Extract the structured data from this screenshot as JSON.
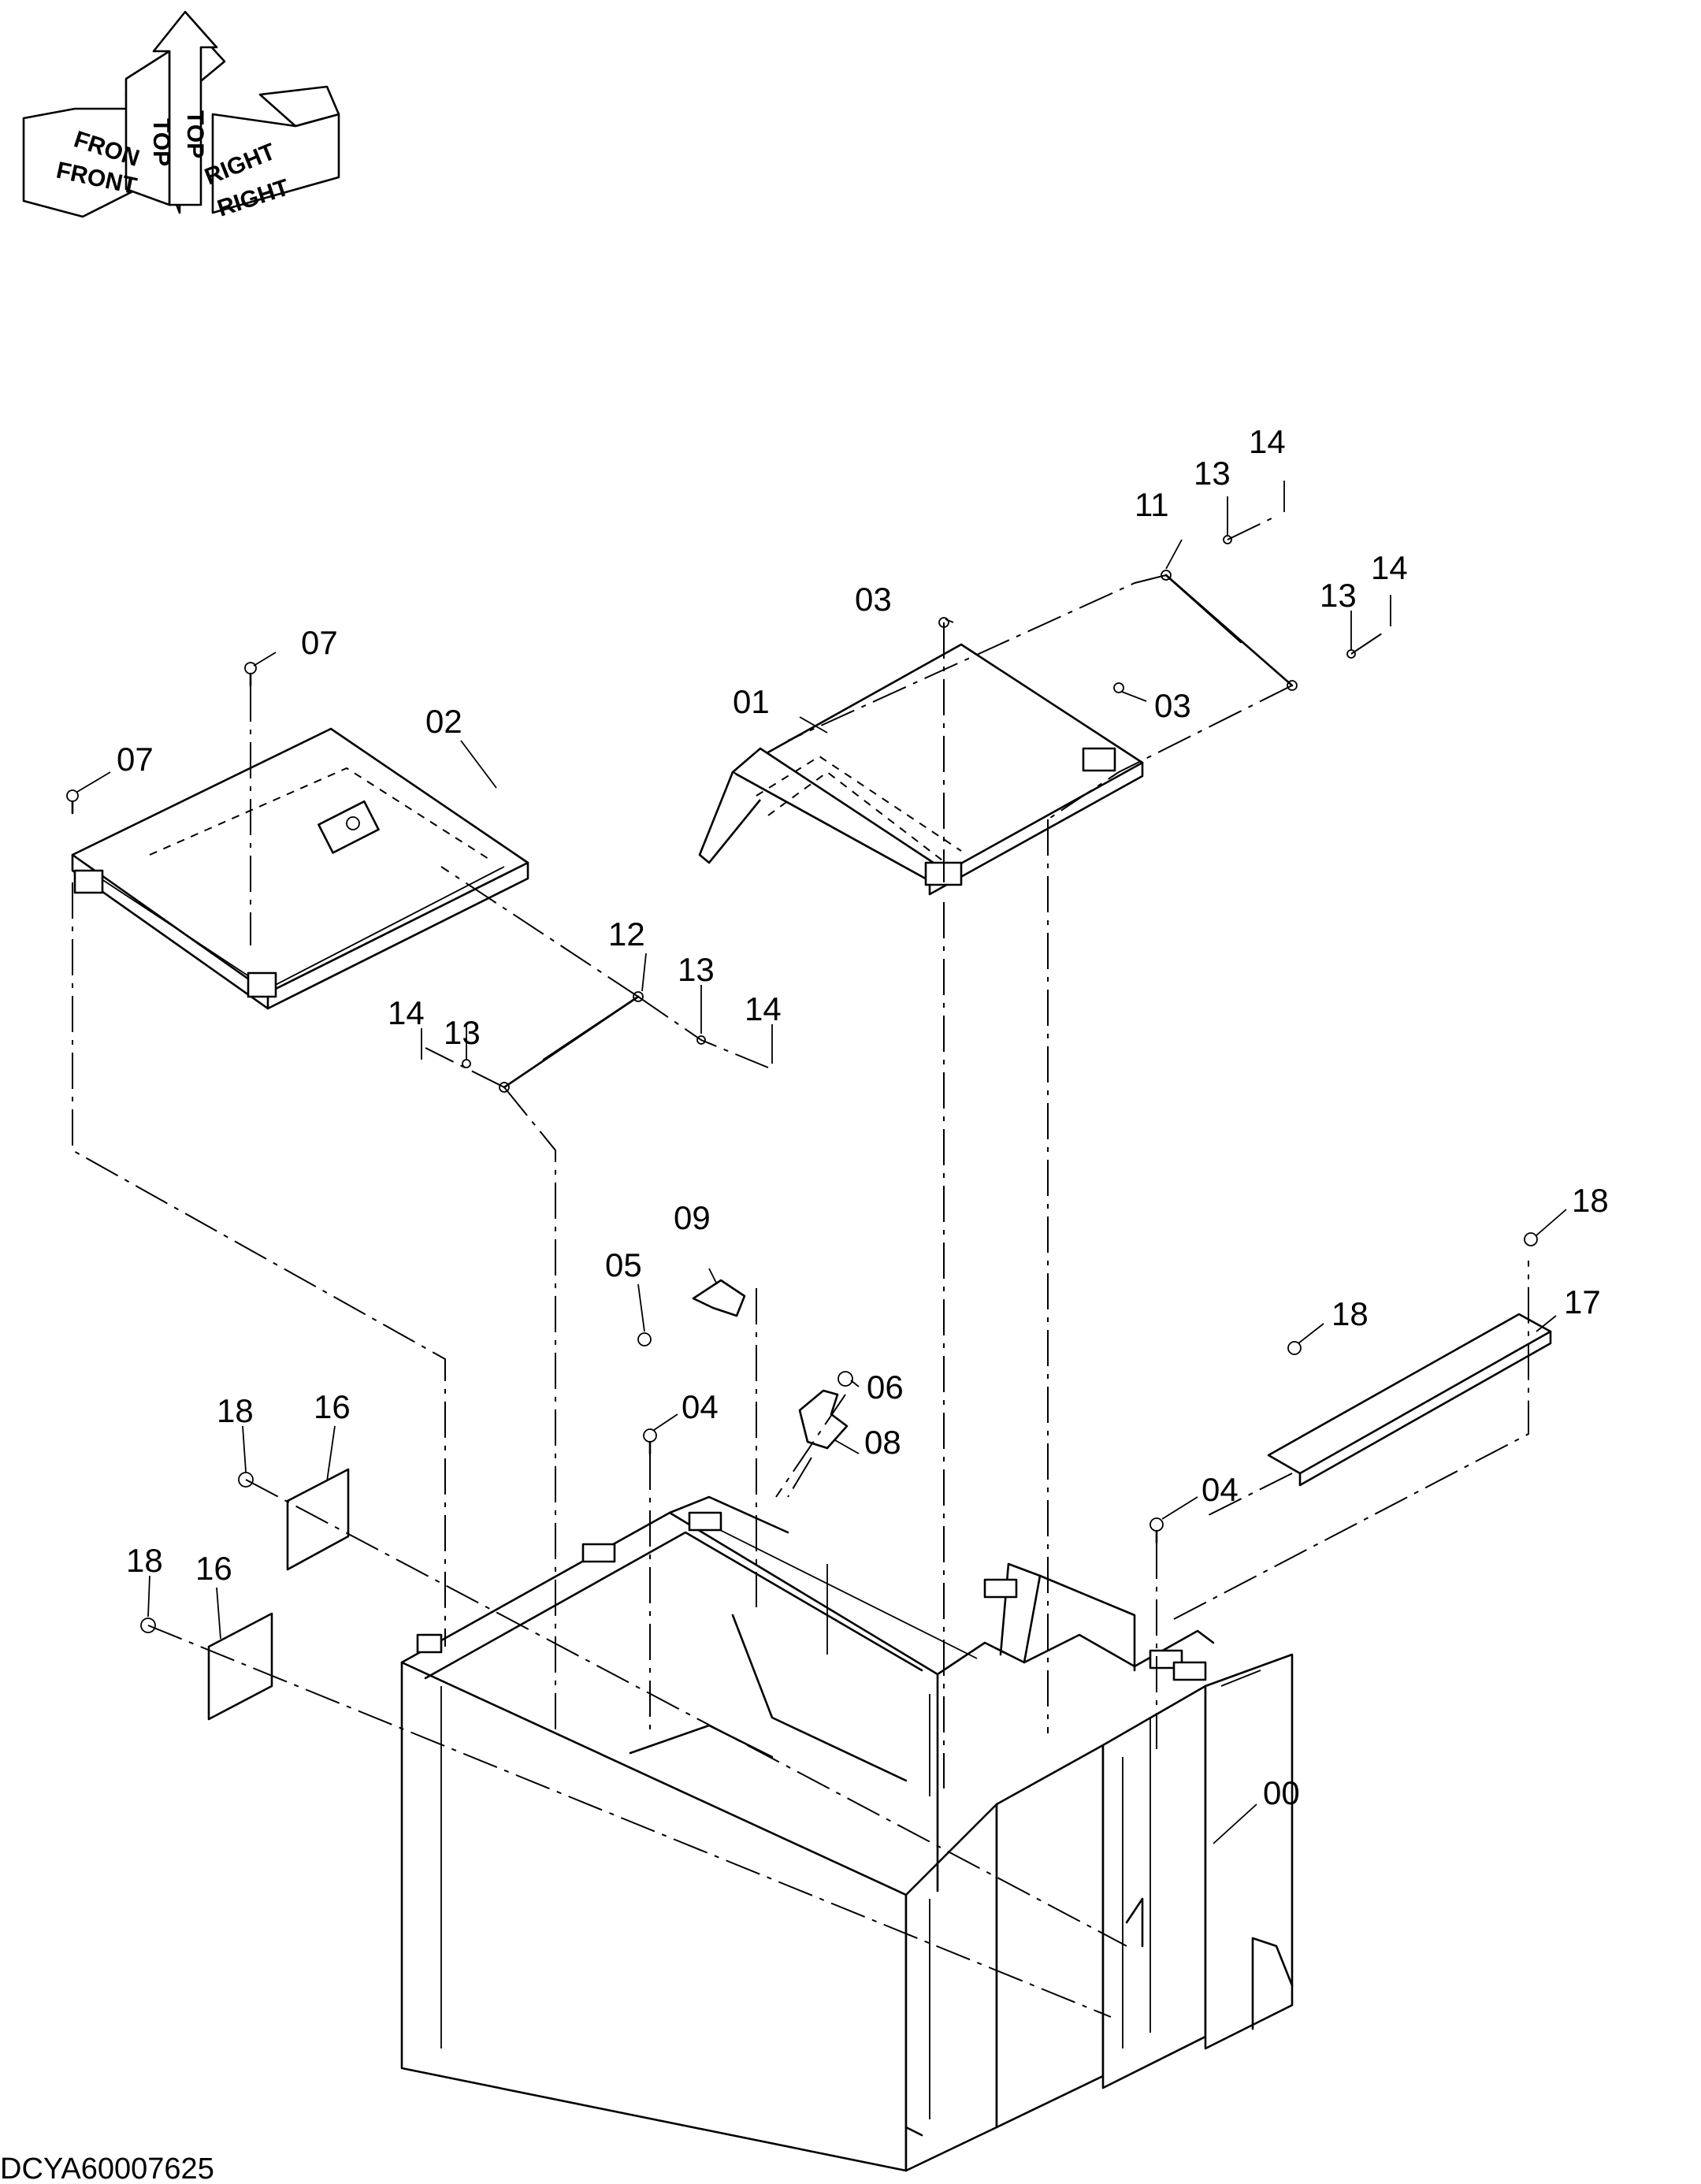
{
  "diagram": {
    "orientation_labels": {
      "front_a": "FRON",
      "front_b": "FRONT",
      "top_a": "TOP",
      "top_b": "TOP",
      "right_a": "RIGHT",
      "right_b": "RIGHT"
    },
    "part_labels": {
      "p00": "00",
      "p01": "01",
      "p02": "02",
      "p03a": "03",
      "p03b": "03",
      "p04a": "04",
      "p04b": "04",
      "p05": "05",
      "p06": "06",
      "p07a": "07",
      "p07b": "07",
      "p08": "08",
      "p09": "09",
      "p11": "11",
      "p12": "12",
      "p13a": "13",
      "p13b": "13",
      "p13c": "13",
      "p13d": "13",
      "p14a": "14",
      "p14b": "14",
      "p14c": "14",
      "p14d": "14",
      "p16a": "16",
      "p16b": "16",
      "p17": "17",
      "p18a": "18",
      "p18b": "18",
      "p18c": "18",
      "p18d": "18"
    },
    "drawing_code": "DCYA60007625"
  }
}
